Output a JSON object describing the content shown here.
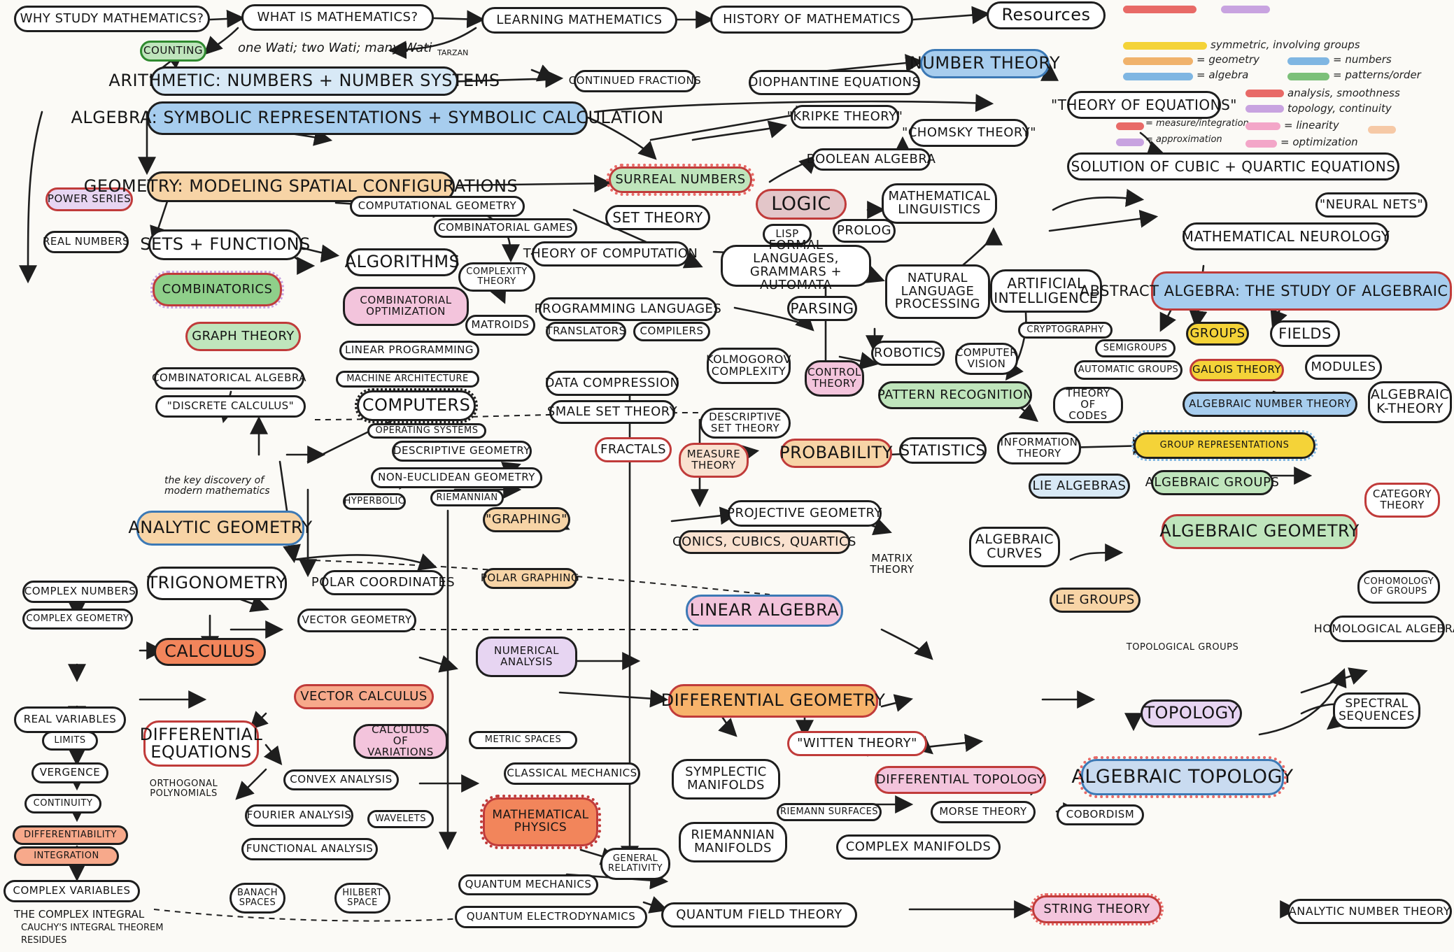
{
  "colors": {
    "ink": "#1e1e1e",
    "paper": "#fbfaf6",
    "yellow": "#f4d338",
    "orange": "#f0b26b",
    "blue": "#7fb6e2",
    "purple": "#c8a3e0",
    "green": "#7cc079",
    "red": "#e86a67",
    "pink": "#f3a6c8",
    "peach": "#f6c9a6"
  },
  "nodes": {
    "why": "WHY STUDY MATHEMATICS?",
    "what": "WHAT IS MATHEMATICS?",
    "learning": "LEARNING MATHEMATICS",
    "history": "HISTORY OF MATHEMATICS",
    "resources": "Resources",
    "counting": "COUNTING",
    "wati": "one Wati; two Wati; many Wati",
    "tarzan": "TARZAN",
    "arithmetic": "ARITHMETIC: NUMBERS + NUMBER SYSTEMS",
    "continued_fractions": "CONTINUED FRACTIONS",
    "diophantine": "DIOPHANTINE EQUATIONS",
    "number_theory": "NUMBER THEORY",
    "algebra": "ALGEBRA: SYMBOLIC REPRESENTATIONS + SYMBOLIC CALCULATION",
    "theory_equations": "\"THEORY OF EQUATIONS\"",
    "kripke": "\"KRIPKE THEORY\"",
    "chomsky": "\"CHOMSKY THEORY\"",
    "boolean": "BOOLEAN ALGEBRA",
    "solution_cubic": "SOLUTION OF CUBIC + QUARTIC EQUATIONS",
    "surreal": "SURREAL NUMBERS",
    "power_series": "POWER SERIES",
    "geometry": "GEOMETRY: MODELING SPATIAL CONFIGURATIONS",
    "logic": "LOGIC",
    "math_linguistics": "MATHEMATICAL LINGUISTICS",
    "neural_nets": "\"NEURAL NETS\"",
    "computational_geometry": "COMPUTATIONAL GEOMETRY",
    "set_theory": "SET THEORY",
    "real_numbers": "REAL NUMBERS",
    "combinatorial_games": "COMBINATORIAL GAMES",
    "lisp": "LISP",
    "prolog": "PROLOG",
    "sets_functions": "SETS + FUNCTIONS",
    "math_neurology": "MATHEMATICAL NEUROLOGY",
    "algorithms": "ALGORITHMS",
    "theory_computation": "THEORY OF COMPUTATION",
    "formal_languages": "FORMAL LANGUAGES, GRAMMARS + AUTOMATA",
    "complexity_theory": "COMPLEXITY THEORY",
    "nlp": "NATURAL LANGUAGE PROCESSING",
    "ai": "ARTIFICIAL INTELLIGENCE",
    "abstract_algebra": "ABSTRACT ALGEBRA: THE STUDY OF ALGEBRAIC SYSTEMS",
    "combinatorics": "COMBINATORICS",
    "combinatorial_optimization": "COMBINATORIAL OPTIMIZATION",
    "programming_languages": "PROGRAMMING LANGUAGES",
    "parsing": "PARSING",
    "graph_theory": "GRAPH THEORY",
    "matroids": "MATROIDS",
    "translators": "TRANSLATORS",
    "compilers": "COMPILERS",
    "cryptography": "CRYPTOGRAPHY",
    "groups": "GROUPS",
    "fields": "FIELDS",
    "linear_programming": "LINEAR PROGRAMMING",
    "kolmogorov": "KOLMOGOROV COMPLEXITY",
    "robotics": "ROBOTICS",
    "computer_vision": "COMPUTER VISION",
    "semigroups": "SEMIGROUPS",
    "automatic_groups": "AUTOMATIC GROUPS",
    "galois": "GALOIS THEORY",
    "modules": "MODULES",
    "combinatorial_algebra": "COMBINATORICAL ALGEBRA",
    "machine_architecture": "MACHINE ARCHITECTURE",
    "data_compression": "DATA COMPRESSION",
    "control_theory": "CONTROL THEORY",
    "pattern_recognition": "PATTERN RECOGNITION",
    "theory_codes": "THEORY OF CODES",
    "algebraic_number_theory": "ALGEBRAIC NUMBER THEORY",
    "algebraic_k_theory": "ALGEBRAIC K-THEORY",
    "discrete_calculus": "\"DISCRETE CALCULUS\"",
    "computers": "COMPUTERS",
    "smale": "SMALE SET THEORY",
    "descriptive_set_theory": "DESCRIPTIVE SET THEORY",
    "operating_systems": "OPERATING SYSTEMS",
    "descriptive_geometry": "DESCRIPTIVE GEOMETRY",
    "fractals": "FRACTALS",
    "measure_theory": "MEASURE THEORY",
    "probability": "PROBABILITY",
    "statistics": "STATISTICS",
    "information_theory": "INFORMATION THEORY",
    "group_representations": "GROUP REPRESENTATIONS",
    "key_discovery": "the key discovery of modern mathematics",
    "non_euclidean": "NON-EUCLIDEAN GEOMETRY",
    "hyperbolic": "HYPERBOLIC",
    "riemannian": "RIEMANNIAN",
    "lie_algebras": "LIE ALGEBRAS",
    "algebraic_groups": "ALGEBRAIC GROUPS",
    "category_theory": "CATEGORY THEORY",
    "analytic_geometry": "ANALYTIC GEOMETRY",
    "graphing": "\"GRAPHING\"",
    "projective_geometry": "PROJECTIVE GEOMETRY",
    "conics": "CONICS, CUBICS, QUARTICS",
    "algebraic_curves": "ALGEBRAIC CURVES",
    "algebraic_geometry": "ALGEBRAIC GEOMETRY",
    "matrix_theory": "MATRIX THEORY",
    "complex_numbers": "COMPLEX NUMBERS",
    "trigonometry": "TRIGONOMETRY",
    "polar_coordinates": "POLAR COORDINATES",
    "polar_graphing": "POLAR GRAPHING",
    "cohomology_groups": "COHOMOLOGY OF GROUPS",
    "complex_geometry": "COMPLEX GEOMETRY",
    "vector_geometry": "VECTOR GEOMETRY",
    "linear_algebra": "LINEAR ALGEBRA",
    "lie_groups": "LIE GROUPS",
    "homological": "HOMOLOGICAL ALGEBRA",
    "calculus": "CALCULUS",
    "numerical_analysis": "NUMERICAL ANALYSIS",
    "topological_groups": "TOPOLOGICAL GROUPS",
    "vector_calculus": "VECTOR CALCULUS",
    "differential_geometry": "DIFFERENTIAL GEOMETRY",
    "spectral_sequences": "SPECTRAL SEQUENCES",
    "real_variables": "REAL VARIABLES",
    "limits": "LIMITS",
    "differential_equations": "DIFFERENTIAL EQUATIONS",
    "calculus_variations": "CALCULUS OF VARIATIONS",
    "metric_spaces": "METRIC SPACES",
    "topology": "TOPOLOGY",
    "witten": "\"WITTEN THEORY\"",
    "convergence": "VERGENCE",
    "orthogonal_polynomials": "ORTHOGONAL POLYNOMIALS",
    "convex_analysis": "CONVEX ANALYSIS",
    "classical_mechanics": "CLASSICAL MECHANICS",
    "symplectic": "SYMPLECTIC MANIFOLDS",
    "differential_topology": "DIFFERENTIAL TOPOLOGY",
    "algebraic_topology": "ALGEBRAIC TOPOLOGY",
    "continuity": "CONTINUITY",
    "fourier": "FOURIER ANALYSIS",
    "wavelets": "WAVELETS",
    "math_physics": "MATHEMATICAL PHYSICS",
    "riemann_surfaces": "RIEMANN SURFACES",
    "morse": "MORSE THEORY",
    "cobordism": "COBORDISM",
    "differentiability": "DIFFERENTIABILITY",
    "functional_analysis": "FUNCTIONAL ANALYSIS",
    "riemannian_manifolds": "RIEMANNIAN MANIFOLDS",
    "complex_manifolds": "COMPLEX MANIFOLDS",
    "integration": "INTEGRATION",
    "general_relativity": "GENERAL RELATIVITY",
    "banach": "BANACH SPACES",
    "hilbert": "HILBERT SPACE",
    "complex_variables": "COMPLEX VARIABLES",
    "quantum_mechanics": "QUANTUM MECHANICS",
    "complex_integral": "THE COMPLEX INTEGRAL",
    "cauchy": "CAUCHY'S INTEGRAL THEOREM",
    "residues": "RESIDUES",
    "qed": "QUANTUM ELECTRODYNAMICS",
    "qft": "QUANTUM FIELD THEORY",
    "string_theory": "STRING THEORY",
    "analytic_number_theory": "ANALYTIC NUMBER THEORY"
  },
  "legend": {
    "symmetric": "symmetric, involving groups",
    "geometry": "= geometry",
    "numbers": "= numbers",
    "algebra": "= algebra",
    "patterns": "= patterns/order",
    "analysis": "analysis, smoothness",
    "topology": "topology, continuity",
    "measure": "= measure/integration",
    "linearity": "= linearity",
    "approximation": "= approximation",
    "optimization": "= optimization"
  }
}
